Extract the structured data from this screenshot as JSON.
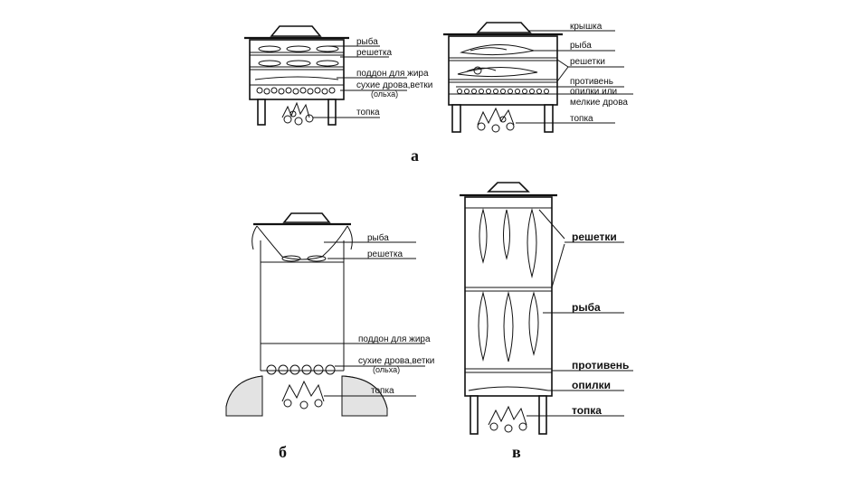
{
  "diagram_a1": {
    "labels": [
      "рыба",
      "решетка",
      "поддон для жира",
      "сухие дрова,ветки",
      "(ольха)",
      "топка"
    ]
  },
  "diagram_a2": {
    "labels": [
      "крышка",
      "рыба",
      "решетки",
      "противень",
      "опилки или",
      "мелкие дрова",
      "топка"
    ]
  },
  "diagram_b": {
    "labels": [
      "рыба",
      "решетка",
      "поддон для жира",
      "сухие дрова,ветки",
      "(ольха)",
      "топка"
    ]
  },
  "diagram_v": {
    "labels": [
      "решетки",
      "рыба",
      "противень",
      "опилки",
      "топка"
    ]
  },
  "captions": {
    "a": "а",
    "b": "б",
    "v": "в"
  }
}
